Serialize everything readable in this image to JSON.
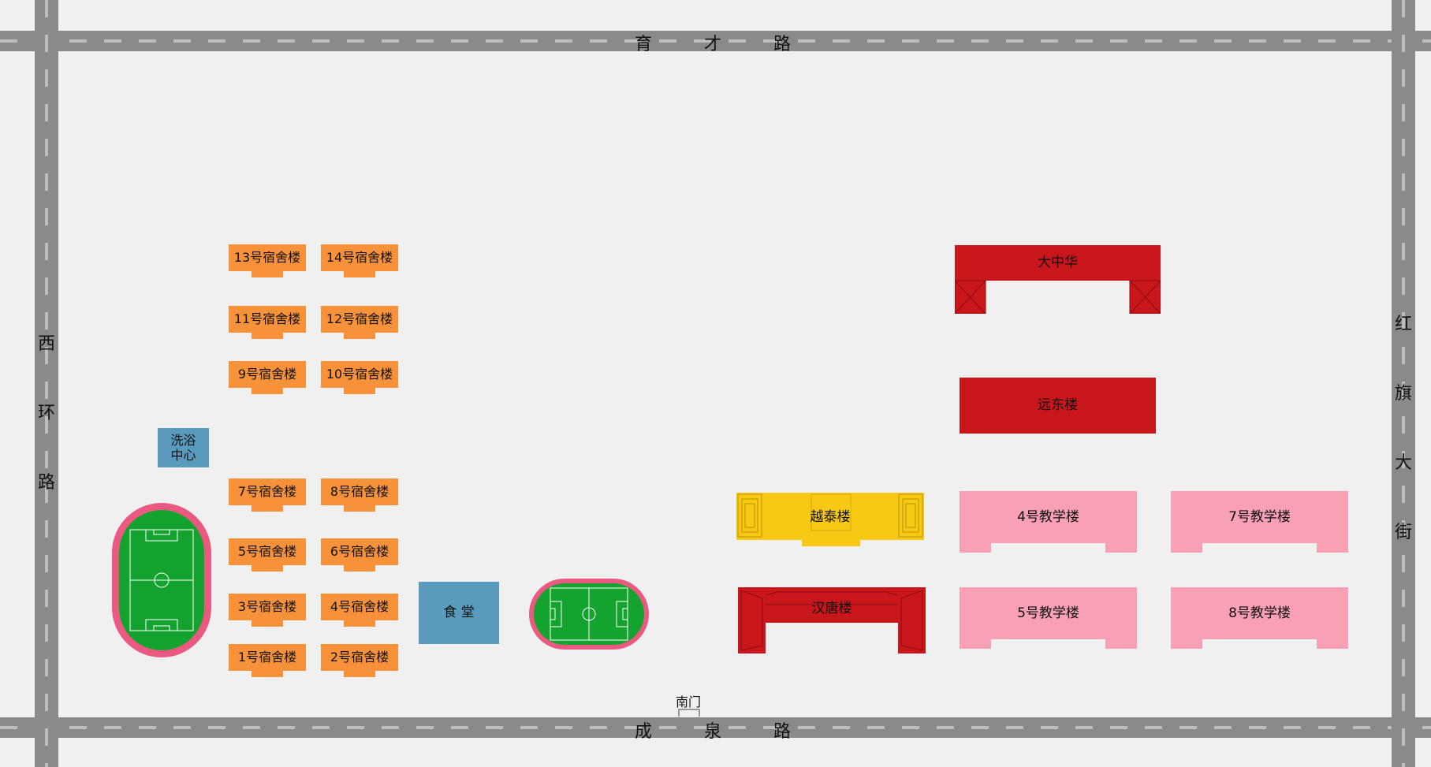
{
  "roads": {
    "north": [
      "育",
      "才",
      "路"
    ],
    "south": [
      "成",
      "泉",
      "路"
    ],
    "west": [
      "西",
      "环",
      "路"
    ],
    "east": [
      "红",
      "旗",
      "大",
      "街"
    ]
  },
  "gate": "南门",
  "dorms": {
    "d13": "13号宿舍楼",
    "d14": "14号宿舍楼",
    "d11": "11号宿舍楼",
    "d12": "12号宿舍楼",
    "d9": "9号宿舍楼",
    "d10": "10号宿舍楼",
    "d7": "7号宿舍楼",
    "d8": "8号宿舍楼",
    "d5": "5号宿舍楼",
    "d6": "6号宿舍楼",
    "d3": "3号宿舍楼",
    "d4": "4号宿舍楼",
    "d1": "1号宿舍楼",
    "d2": "2号宿舍楼"
  },
  "bath": [
    "洗浴",
    "中心"
  ],
  "canteen": "食 堂",
  "buildings": {
    "dazhonghua": "大中华",
    "yuandong": "远东楼",
    "yuetai": "越泰楼",
    "hantang": "汉唐楼"
  },
  "teaching": {
    "t4": "4号教学楼",
    "t7": "7号教学楼",
    "t5": "5号教学楼",
    "t8": "8号教学楼"
  },
  "colors": {
    "road": "#8a8a8a",
    "dorm": "#f7923a",
    "service": "#5a9bbd",
    "landmark_red": "#c8161b",
    "yuetai_yellow": "#f8c914",
    "teaching_pink": "#f8a0b4",
    "field_green": "#14a32f",
    "track_pink": "#ea5a80"
  }
}
